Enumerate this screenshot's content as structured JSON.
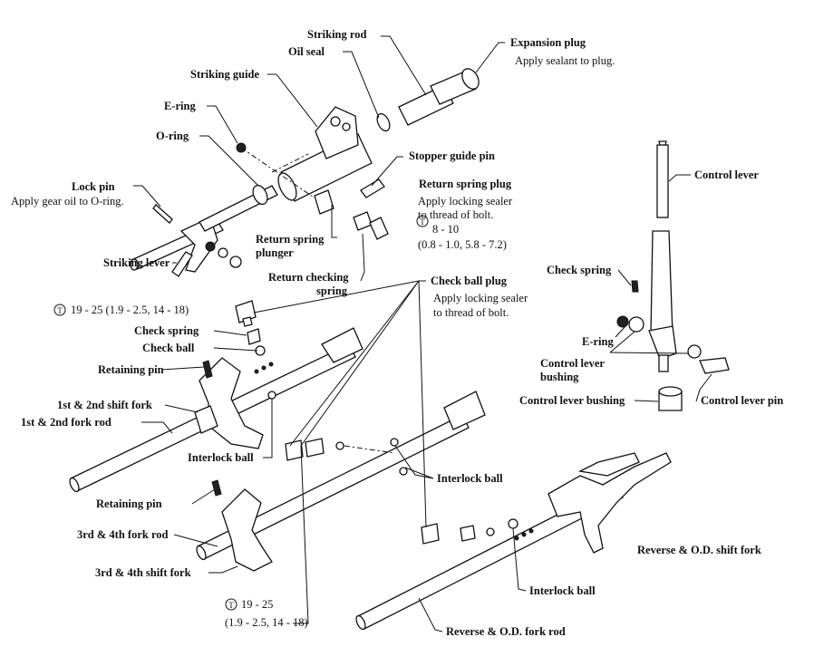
{
  "labels": {
    "striking_rod": "Striking rod",
    "expansion_plug": "Expansion plug",
    "expansion_plug_note": "Apply sealant to plug.",
    "oil_seal": "Oil seal",
    "striking_guide": "Striking guide",
    "e_ring_top": "E-ring",
    "o_ring": "O-ring",
    "stopper_guide_pin": "Stopper guide pin",
    "return_spring_plug": "Return spring plug",
    "return_spring_plug_note1": "Apply locking sealer",
    "return_spring_plug_note2": "to thread of bolt.",
    "return_spring_plug_torque1": "8 - 10",
    "return_spring_plug_torque2": "(0.8 - 1.0, 5.8 - 7.2)",
    "lock_pin": "Lock pin",
    "lock_pin_note": "Apply gear oil to O-ring.",
    "return_spring_plunger1": "Return spring",
    "return_spring_plunger2": "plunger",
    "return_checking_spring1": "Return checking",
    "return_checking_spring2": "spring",
    "striking_lever": "Striking lever",
    "check_ball_plug": "Check ball plug",
    "check_ball_plug_note1": "Apply locking sealer",
    "check_ball_plug_note2": "to thread of bolt.",
    "torque_upper": "19 - 25 (1.9 - 2.5, 14 - 18)",
    "check_spring_left": "Check spring",
    "check_ball": "Check ball",
    "retaining_pin_top": "Retaining pin",
    "shift_fork_12": "1st & 2nd shift fork",
    "fork_rod_12": "1st & 2nd fork rod",
    "interlock_ball_left": "Interlock ball",
    "interlock_ball_mid": "Interlock ball",
    "retaining_pin_bottom": "Retaining pin",
    "fork_rod_34": "3rd & 4th fork rod",
    "shift_fork_34": "3rd & 4th shift fork",
    "torque_lower1": "19 - 25",
    "torque_lower2": "(1.9 - 2.5, 14 - 18)",
    "interlock_ball_bottom": "Interlock ball",
    "reverse_fork_rod": "Reverse & O.D. fork rod",
    "reverse_shift_fork": "Reverse & O.D. shift fork",
    "control_lever": "Control lever",
    "check_spring_right": "Check spring",
    "e_ring_right": "E-ring",
    "control_lever_bushing1": "Control lever",
    "control_lever_bushing2": "bushing",
    "control_lever_bushing_single": "Control lever bushing",
    "control_lever_pin": "Control lever pin"
  },
  "icons": {
    "torque": "torque-icon",
    "torque_glyph": "T"
  }
}
